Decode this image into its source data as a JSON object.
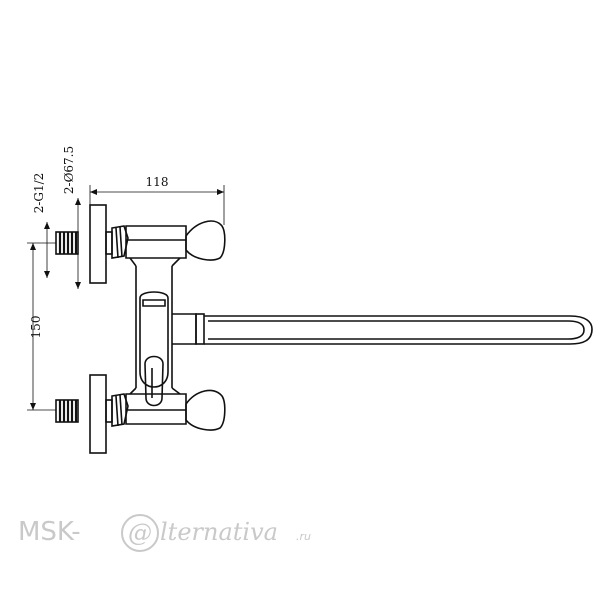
{
  "dimensions": {
    "width_label": "118",
    "height_label": "150",
    "thread_label": "2-G1/2",
    "flange_label": "2-Ø67.5"
  },
  "watermark": {
    "prefix": "MSK-",
    "at_symbol": "@",
    "name": "lternativa",
    "suffix": ".ru"
  },
  "colors": {
    "line": "#111111",
    "watermark": "#c9c9c9"
  }
}
